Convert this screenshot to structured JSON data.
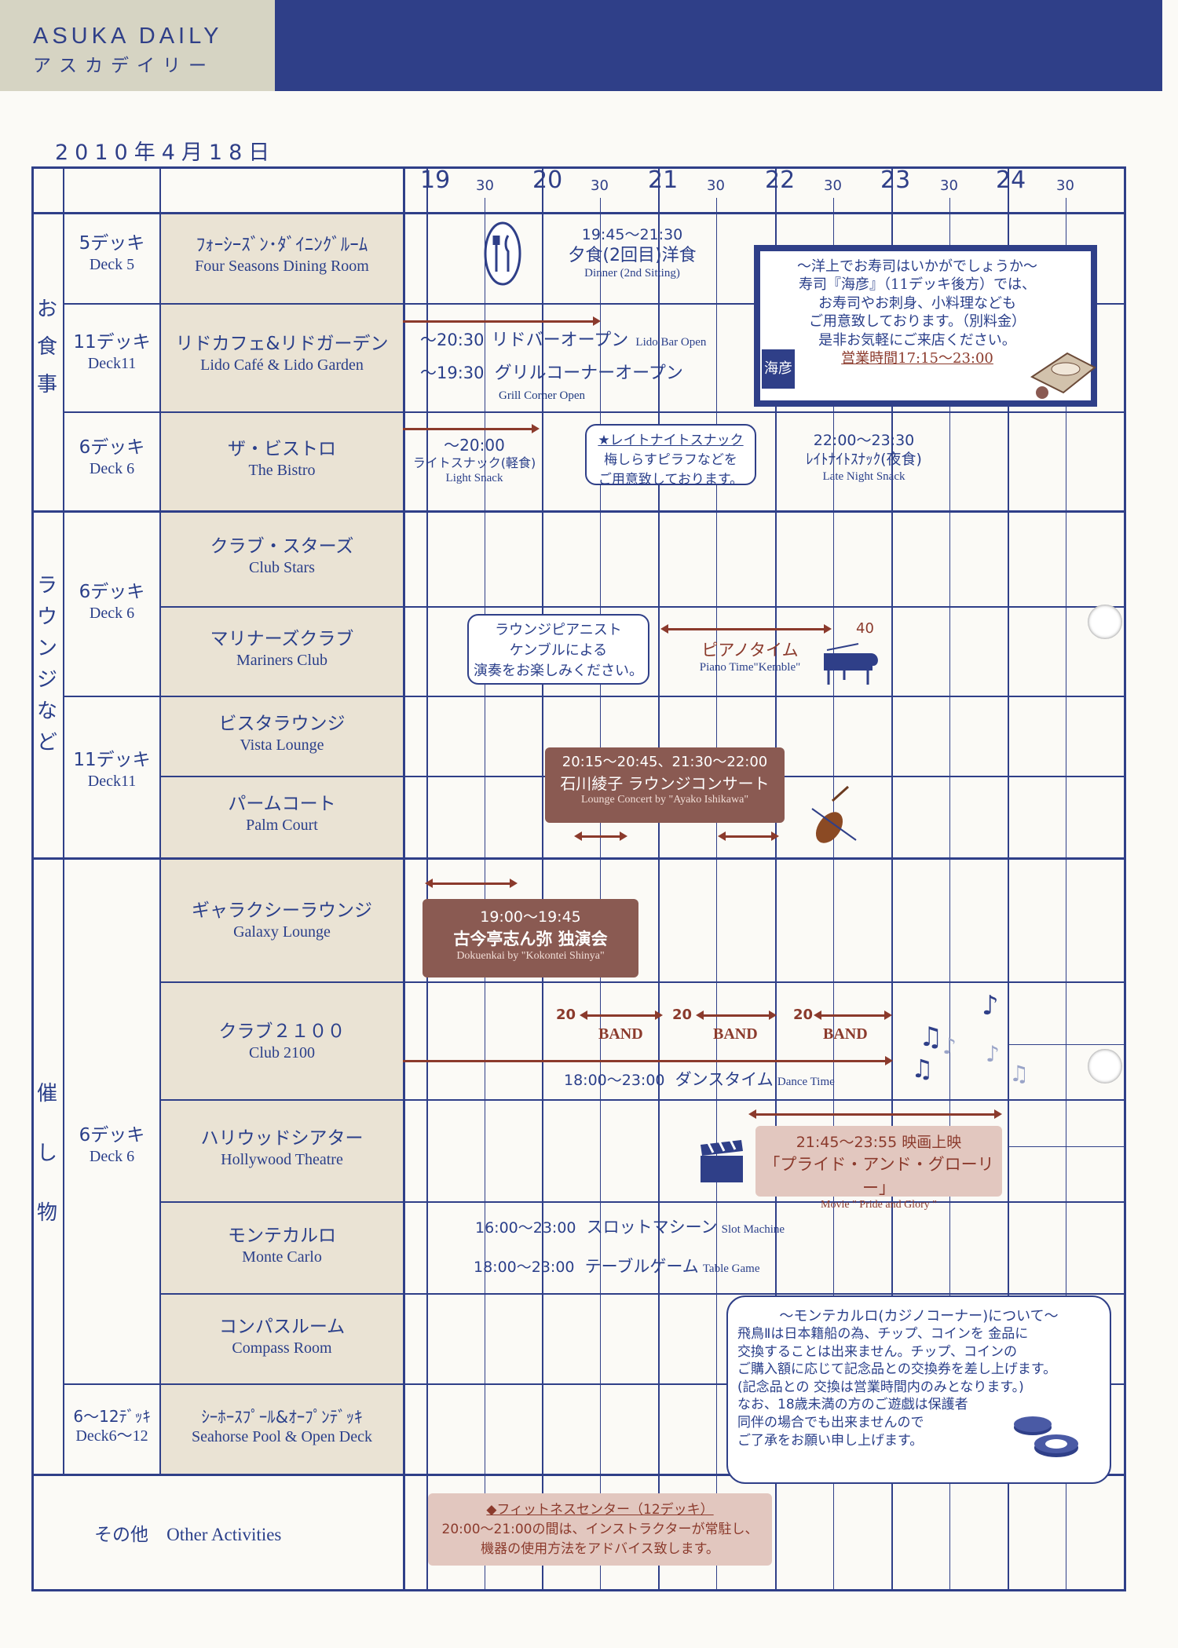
{
  "header": {
    "brand": "ASUKA DAILY",
    "brand_kana": "アスカデイリー",
    "date": "2010年4月18日"
  },
  "timeline": {
    "hours": [
      "19",
      "20",
      "21",
      "22",
      "23",
      "24"
    ],
    "halves": [
      "30",
      "30",
      "30",
      "30",
      "30",
      "30"
    ]
  },
  "categories": {
    "dining": [
      "お",
      "食",
      "事"
    ],
    "lounge": [
      "ラ",
      "ウ",
      "ン",
      "ジ",
      "な",
      "ど"
    ],
    "events": [
      "催",
      "し",
      "物"
    ]
  },
  "decks": {
    "d5": {
      "jp": "5デッキ",
      "en": "Deck 5"
    },
    "d11a": {
      "jp": "11デッキ",
      "en": "Deck11"
    },
    "d6a": {
      "jp": "6デッキ",
      "en": "Deck 6"
    },
    "d6b": {
      "jp": "6デッキ",
      "en": "Deck 6"
    },
    "d11b": {
      "jp": "11デッキ",
      "en": "Deck11"
    },
    "d6c": {
      "jp": "6デッキ",
      "en": "Deck 6"
    },
    "d612": {
      "jp": "6～12ﾃﾞｯｷ",
      "en": "Deck6～12"
    }
  },
  "venues": {
    "four_seasons": {
      "jp": "ﾌｫｰｼｰｽﾞﾝ･ﾀﾞｲﾆﾝｸﾞﾙｰﾑ",
      "en": "Four Seasons Dining Room"
    },
    "lido": {
      "jp": "リドカフェ&リドガーデン",
      "en": "Lido Café & Lido Garden"
    },
    "bistro": {
      "jp": "ザ・ビストロ",
      "en": "The Bistro"
    },
    "club_stars": {
      "jp": "クラブ・スターズ",
      "en": "Club Stars"
    },
    "mariners": {
      "jp": "マリナーズクラブ",
      "en": "Mariners Club"
    },
    "vista": {
      "jp": "ビスタラウンジ",
      "en": "Vista Lounge"
    },
    "palm": {
      "jp": "パームコート",
      "en": "Palm Court"
    },
    "galaxy": {
      "jp": "ギャラクシーラウンジ",
      "en": "Galaxy Lounge"
    },
    "club2100": {
      "jp": "クラブ２１００",
      "en": "Club 2100"
    },
    "hollywood": {
      "jp": "ハリウッドシアター",
      "en": "Hollywood Theatre"
    },
    "monte": {
      "jp": "モンテカルロ",
      "en": "Monte Carlo"
    },
    "compass": {
      "jp": "コンパスルーム",
      "en": "Compass Room"
    },
    "seahorse": {
      "jp": "ｼｰﾎｰｽﾌﾟｰﾙ&ｵｰﾌﾟﾝﾃﾞｯｷ",
      "en": "Seahorse Pool & Open Deck"
    },
    "other": {
      "jp": "その他",
      "en": "Other Activities"
    }
  },
  "events": {
    "dinner": {
      "time": "19:45～21:30",
      "jp": "夕食(2回目)洋食",
      "en": "Dinner (2nd Sitting)"
    },
    "sushi": {
      "l1": "～洋上でお寿司はいかがでしょうか～",
      "l2": "寿司『海彦』（11デッキ後方）では、",
      "l3": "お寿司やお刺身、小料理なども",
      "l4": "ご用意致しております。（別料金）",
      "l5": "是非お気軽にご来店ください。",
      "hours": "営業時間17:15～23:00",
      "logo": "海彦"
    },
    "lido_bar": {
      "time": "～20:30",
      "jp": "リドバーオープン",
      "en": "Lido Bar Open"
    },
    "grill": {
      "time": "～19:30",
      "jp": "グリルコーナーオープン",
      "en": "Grill Corner Open"
    },
    "light_snack": {
      "time": "～20:00",
      "jp": "ライトスナック(軽食)",
      "en": "Light Snack"
    },
    "late_note": {
      "title": "★レイトナイトスナック",
      "l1": "梅しらすピラフなどを",
      "l2": "ご用意致しております。"
    },
    "late_snack": {
      "time": "22:00～23:30",
      "jp": "ﾚｲﾄﾅｲﾄｽﾅｯｸ(夜食)",
      "en": "Late Night Snack"
    },
    "pianist_note": {
      "l1": "ラウンジピアニスト",
      "l2": "ケンブルによる",
      "l3": "演奏をお楽しみください。"
    },
    "piano": {
      "jp": "ピアノタイム",
      "en": "Piano Time\"Kemble\"",
      "end": "40"
    },
    "concert": {
      "time": "20:15～20:45、21:30～22:00",
      "jp": "石川綾子 ラウンジコンサート",
      "en": "Lounge Concert by \"Ayako Ishikawa\""
    },
    "dokuenkai": {
      "time": "19:00～19:45",
      "jp": "古今亭志ん弥 独演会",
      "en": "Dokuenkai by \"Kokontei Shinya\""
    },
    "band1": {
      "start": "20",
      "label": "BAND"
    },
    "band2": {
      "start": "20",
      "label": "BAND"
    },
    "band3": {
      "start": "20",
      "label": "BAND"
    },
    "dance": {
      "time": "18:00～23:00",
      "jp": "ダンスタイム",
      "en": "Dance Time"
    },
    "movie": {
      "time": "21:45～23:55 映画上映",
      "jp": "「プライド・アンド・グローリー」",
      "en": "Movie \" Pride and Glory \""
    },
    "slot": {
      "time": "16:00～23:00",
      "jp": "スロットマシーン",
      "en": "Slot Machine"
    },
    "table": {
      "time": "18:00～23:00",
      "jp": "テーブルゲーム",
      "en": "Table Game"
    },
    "casino_note": {
      "title": "～モンテカルロ(カジノコーナー)について～",
      "l1": "飛鳥Ⅱは日本籍船の為、チップ、コインを 金品に",
      "l2": "交換することは出来ません。チップ、コインの",
      "l3": "ご購入額に応じて記念品との交換券を差し上げます。",
      "l4": "(記念品との 交換は営業時間内のみとなります。)",
      "l5": "なお、18歳未満の方のご遊戯は保護者",
      "l6": "同伴の場合でも出来ませんので",
      "l7": "ご了承をお願い申し上げます。"
    },
    "fitness": {
      "title": "◆フィットネスセンター（12デッキ）",
      "l1": "20:00～21:00の間は、インストラクターが常駐し、",
      "l2": "機器の使用方法をアドバイス致します。"
    }
  }
}
